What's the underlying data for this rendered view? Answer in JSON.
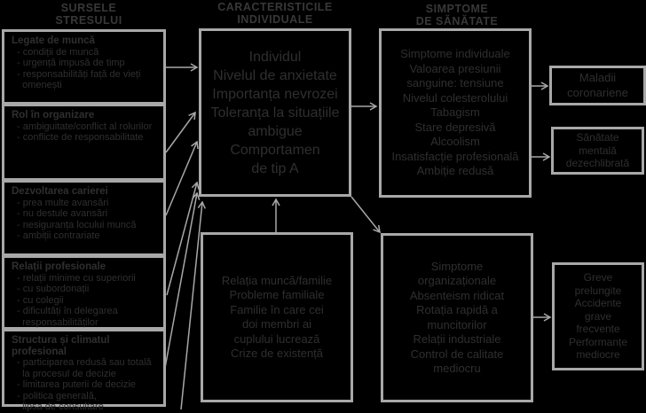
{
  "headings": {
    "sources": [
      "SURSELE",
      "STRESULUI"
    ],
    "individual": [
      "CARACTERISTICILE",
      "INDIVIDUALE"
    ],
    "health": [
      "SIMPTOME",
      "DE SĂNĂTATE"
    ]
  },
  "sources": [
    {
      "title": "Legate de muncă",
      "items": [
        "- condiții de muncă",
        "- urgență impusă de timp",
        "- responsabilități față de vieți",
        "  omenești"
      ]
    },
    {
      "title": "Rol în organizare",
      "items": [
        "- ambiguitate/conflict al rolurilor",
        "- conflicte de responsabilitate"
      ]
    },
    {
      "title": "Dezvoltarea carierei",
      "items": [
        "- prea multe avansări",
        "- nu destule avansări",
        "- nesiguranța locului muncă",
        "- ambiții contrariate"
      ]
    },
    {
      "title": "Relații profesionale",
      "items": [
        "- relații minime cu superiorii",
        "- cu subordonații",
        "- cu colegii",
        "- dificultăți în delegarea",
        "  responsabilităților"
      ]
    },
    {
      "title": "Structura și climatul profesional",
      "items": [
        "- participarea redusă sau totală",
        "  la procesul de decizie",
        "- limitarea puterii de decizie",
        "- politica generală,",
        "  lipsa de consultare"
      ]
    }
  ],
  "individual": [
    "Individul",
    "Nivelul de anxietate",
    "Importanța nevrozei",
    "Toleranța la situațiile",
    "ambigue",
    "Comportamen",
    "de tip A"
  ],
  "family": [
    "Relația muncă/familie",
    "Probleme familiale",
    "Familie în care cei",
    "doi membri ai",
    "cuplului lucrează",
    "Crize de existență"
  ],
  "health": [
    "Simptome individuale",
    "Valoarea presiunii",
    "sanguine: tensiune",
    "Nivelul colesterolului",
    "Tabagism",
    "Stare depresivă",
    "Alcoolism",
    "Insatisfacție profesională",
    "Ambiție redusă"
  ],
  "organizational": [
    "Simptome",
    "organizaționale",
    "Absenteism ridicat",
    "Rotația rapidă a",
    "muncitorilor",
    "Relații industriale",
    "Control de calitate",
    "mediocru"
  ],
  "outcomes": {
    "coronary": [
      "Maladii",
      "coronariene"
    ],
    "mental": [
      "Sănătate",
      "mentală",
      "dezechlibrată"
    ],
    "org": [
      "Greve",
      "prelungite",
      "Accidente",
      "grave",
      "frecvente",
      "Performanțe",
      "mediocre"
    ]
  }
}
